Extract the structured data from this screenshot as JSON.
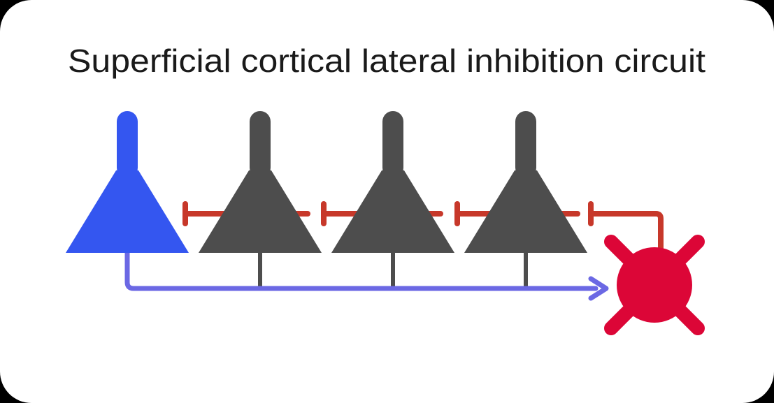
{
  "page": {
    "background": "#000000"
  },
  "panel": {
    "fill": "#FFFFFF",
    "corner_radius": 45
  },
  "title": {
    "text": "Superficial cortical lateral inhibition circuit",
    "color": "#1A1A1A"
  },
  "circuit": {
    "pyramidal_neurons": [
      {
        "name": "pyramidal-neuron-1",
        "role": "active",
        "color": "#3456F0"
      },
      {
        "name": "pyramidal-neuron-2",
        "role": "inhibited",
        "color": "#4D4D4D"
      },
      {
        "name": "pyramidal-neuron-3",
        "role": "inhibited",
        "color": "#4D4D4D"
      },
      {
        "name": "pyramidal-neuron-4",
        "role": "inhibited",
        "color": "#4D4D4D"
      }
    ],
    "interneuron": {
      "name": "inhibitory-interneuron",
      "color": "#DC0637"
    },
    "excitatory_pathway": {
      "style": "arrow",
      "color": "#6B68E4"
    },
    "inhibitory_pathway": {
      "style": "t-bar",
      "color": "#C7382A"
    }
  }
}
